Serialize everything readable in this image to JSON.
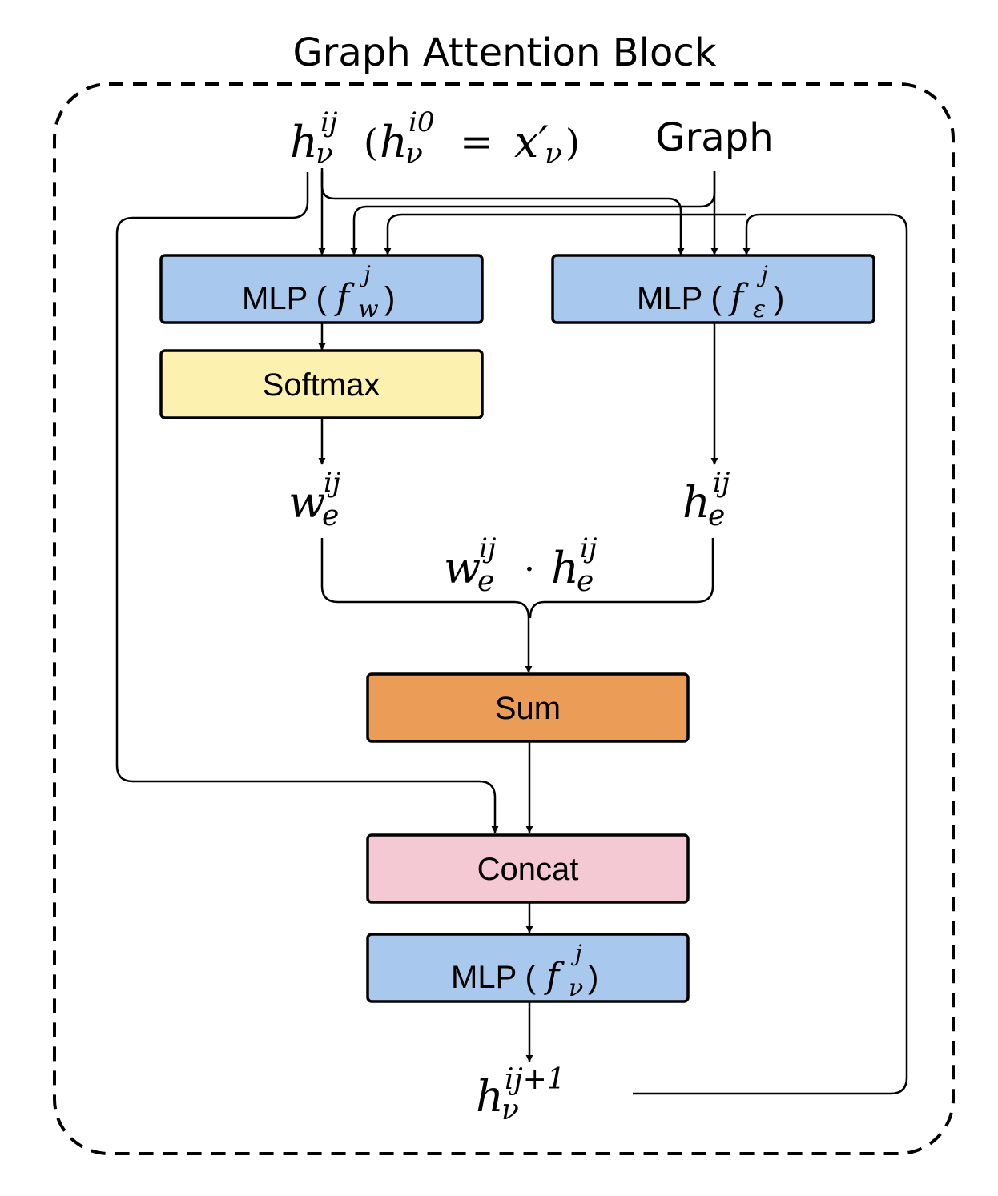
{
  "title": "Graph Attention Block",
  "inputs": {
    "graph_label": "Graph",
    "node_feature": {
      "base": "h",
      "sub": "ν",
      "sup": "ij"
    },
    "init_note": {
      "open": "(",
      "base": "h",
      "sub": "ν",
      "sup": "i0",
      "equals": "=",
      "rhs_base": "x′",
      "rhs_sub": "ν",
      "close": ")"
    }
  },
  "boxes": {
    "mlp_w": {
      "prefix": "MLP (",
      "func": "f",
      "sub": "w",
      "sup": "j",
      "suffix": ")",
      "color": "#a9c8ee"
    },
    "mlp_e": {
      "prefix": "MLP (",
      "func": "f",
      "sub": "ε",
      "sup": "j",
      "suffix": ")",
      "color": "#a9c8ee"
    },
    "softmax": {
      "label": "Softmax",
      "color": "#fdf1b0"
    },
    "sum": {
      "label": "Sum",
      "color": "#eb9c57"
    },
    "concat": {
      "label": "Concat",
      "color": "#f5c9d4"
    },
    "mlp_v": {
      "prefix": "MLP (",
      "func": "f",
      "sub": "ν",
      "sup": "j",
      "suffix": ")",
      "color": "#a9c8ee"
    }
  },
  "labels": {
    "w_e": {
      "base": "w",
      "sub": "e",
      "sup": "ij"
    },
    "h_e": {
      "base": "h",
      "sub": "e",
      "sup": "ij"
    },
    "product": {
      "lhs_base": "w",
      "lhs_sub": "e",
      "lhs_sup": "ij",
      "dot": "·",
      "rhs_base": "h",
      "rhs_sub": "e",
      "rhs_sup": "ij"
    },
    "output": {
      "base": "h",
      "sub": "ν",
      "sup": "ij+1"
    }
  }
}
